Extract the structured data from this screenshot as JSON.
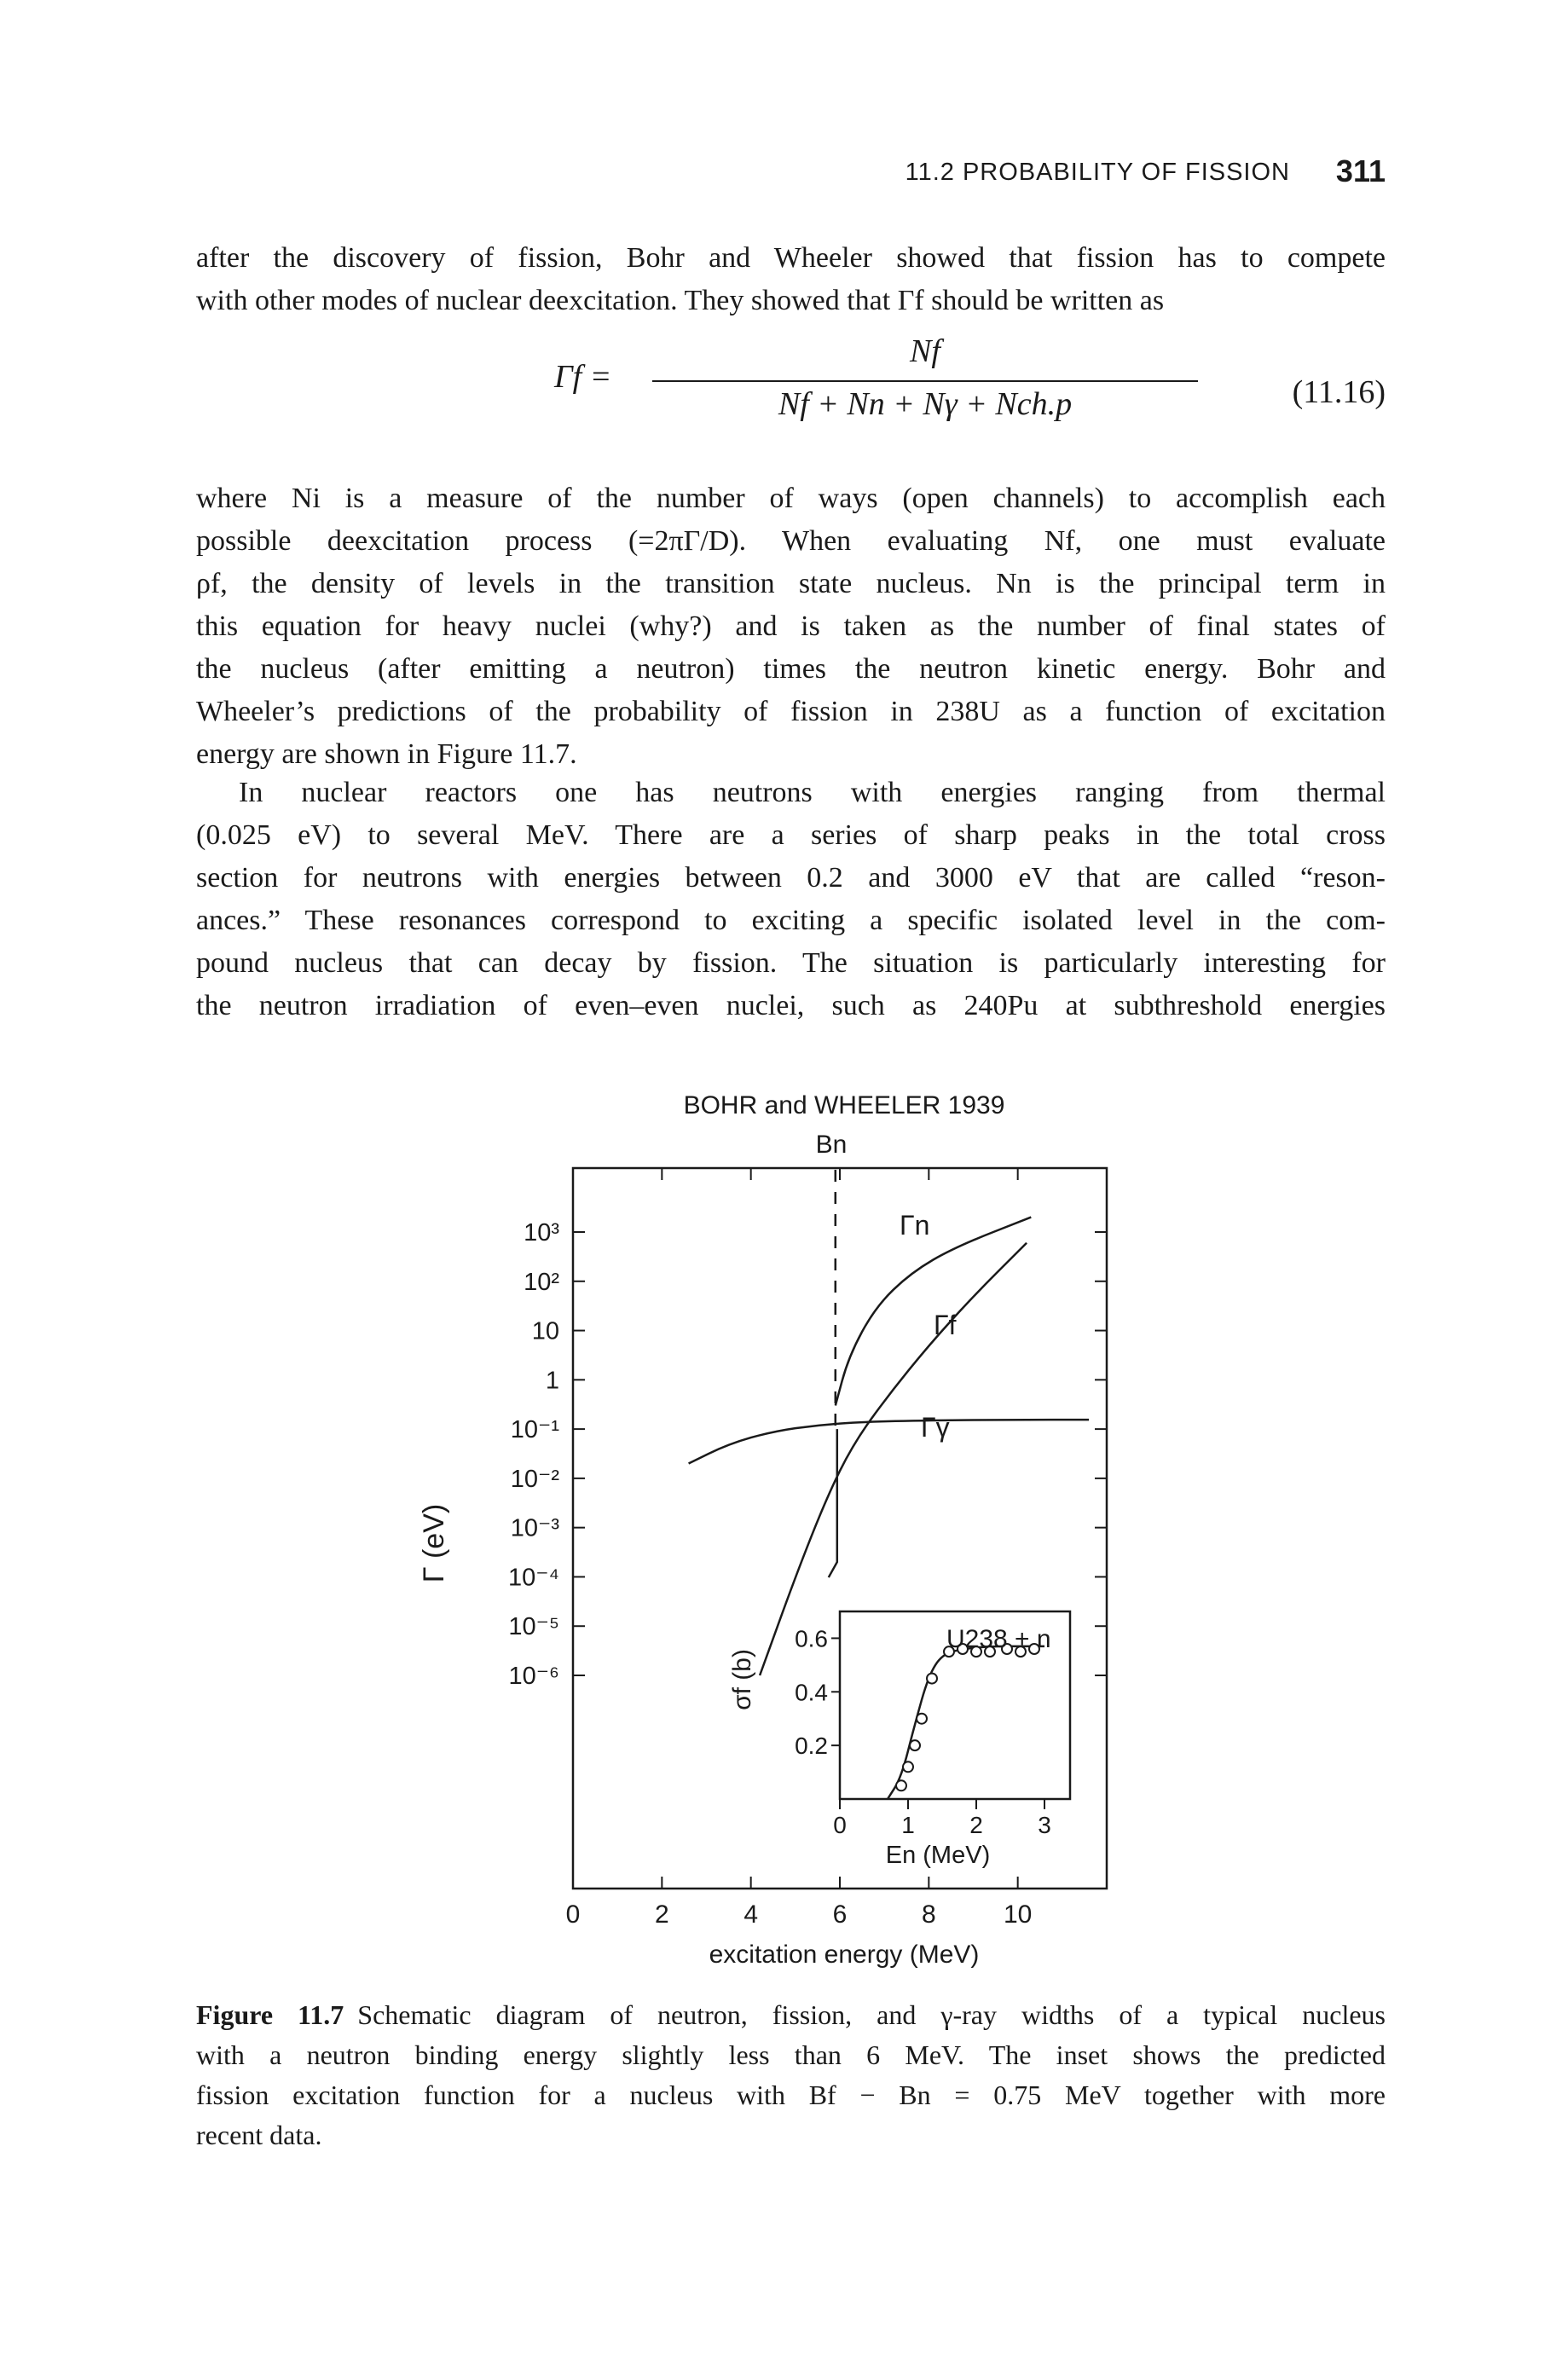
{
  "header": {
    "running_title": "11.2 PROBABILITY OF FISSION",
    "page_number": "311"
  },
  "paragraph_1": [
    "after the discovery of fission, Bohr and Wheeler showed that fission has to compete",
    "with other modes of nuclear deexcitation. They showed that Γf should be written as"
  ],
  "equation": {
    "lhs": "Γf =",
    "numerator": "Nf",
    "denominator": "Nf + Nn + Nγ + Nch.p",
    "number": "(11.16)"
  },
  "paragraph_2": [
    "where Ni is a measure of the number of ways (open channels) to accomplish each",
    "possible deexcitation process (=2πΓ/D). When evaluating Nf, one must evaluate",
    "ρf, the density of levels in the transition state nucleus. Nn is the principal term in",
    "this equation for heavy nuclei (why?) and is taken as the number of final states of",
    "the nucleus (after emitting a neutron) times the neutron kinetic energy. Bohr and",
    "Wheeler’s predictions of the probability of fission in 238U as a function of excitation",
    "energy are shown in Figure 11.7."
  ],
  "paragraph_3": [
    "In nuclear reactors one has neutrons with energies ranging from thermal",
    "(0.025 eV) to several MeV. There are a series of sharp peaks in the total cross",
    "section for neutrons with energies between 0.2 and 3000 eV that are called “reson-",
    "ances.” These resonances correspond to exciting a specific isolated level in the com-",
    "pound nucleus that can decay by fission. The situation is particularly interesting for",
    "the neutron irradiation of even–even nuclei, such as 240Pu at subthreshold energies"
  ],
  "chart_data": {
    "type": "line",
    "title": "BOHR and WHEELER 1939",
    "xlabel": "excitation energy (MeV)",
    "ylabel": "Γ (eV)",
    "xlim": [
      0,
      12
    ],
    "x_ticks": [
      "0",
      "2",
      "4",
      "6",
      "8",
      "10"
    ],
    "y_scale": "log",
    "y_ticks": [
      "10³",
      "10²",
      "10",
      "1",
      "10⁻¹",
      "10⁻²",
      "10⁻³",
      "10⁻⁴",
      "10⁻⁵",
      "10⁻⁶"
    ],
    "reference_line": {
      "label": "Bn",
      "x": 5.9,
      "style": "dashed"
    },
    "series": [
      {
        "name": "Γn",
        "x": [
          5.9,
          6.2,
          6.8,
          7.6,
          8.6,
          10.3
        ],
        "y": [
          0.3,
          3,
          30,
          150,
          500,
          2000
        ]
      },
      {
        "name": "Γf",
        "x": [
          4.2,
          5.0,
          5.7,
          6.3,
          7.1,
          8.0,
          9.0,
          10.2
        ],
        "y": [
          1e-06,
          0.0001,
          0.004,
          0.05,
          0.5,
          5,
          50,
          600
        ]
      },
      {
        "name": "Γγ",
        "x": [
          2.6,
          3.5,
          4.5,
          5.5,
          6.5,
          8.0,
          10.0,
          11.6
        ],
        "y": [
          0.02,
          0.05,
          0.09,
          0.12,
          0.14,
          0.15,
          0.155,
          0.155
        ]
      }
    ],
    "inset": {
      "label": "U238 + n",
      "xlabel": "En (MeV)",
      "ylabel": "σf (b)",
      "x_ticks": [
        "0",
        "1",
        "2",
        "3"
      ],
      "y_ticks": [
        "0.6",
        "0.4",
        "0.2"
      ],
      "curve": {
        "x": [
          0.7,
          0.9,
          1.1,
          1.3,
          1.5,
          1.8,
          2.2,
          2.6,
          3.0
        ],
        "y": [
          0.0,
          0.08,
          0.28,
          0.46,
          0.54,
          0.56,
          0.57,
          0.57,
          0.57
        ]
      },
      "data_points": {
        "x": [
          0.9,
          1.0,
          1.1,
          1.2,
          1.35,
          1.6,
          1.8,
          2.0,
          2.2,
          2.45,
          2.65,
          2.85
        ],
        "y": [
          0.05,
          0.12,
          0.2,
          0.3,
          0.45,
          0.55,
          0.56,
          0.55,
          0.55,
          0.56,
          0.55,
          0.56
        ]
      }
    }
  },
  "caption": {
    "label": "Figure 11.7",
    "lines": [
      "Schematic diagram of neutron, fission, and γ-ray widths of a typical nucleus",
      "with a neutron binding energy slightly less than 6 MeV. The inset shows the predicted",
      "fission excitation function for a nucleus with Bf − Bn = 0.75 MeV together with more",
      "recent data."
    ]
  }
}
